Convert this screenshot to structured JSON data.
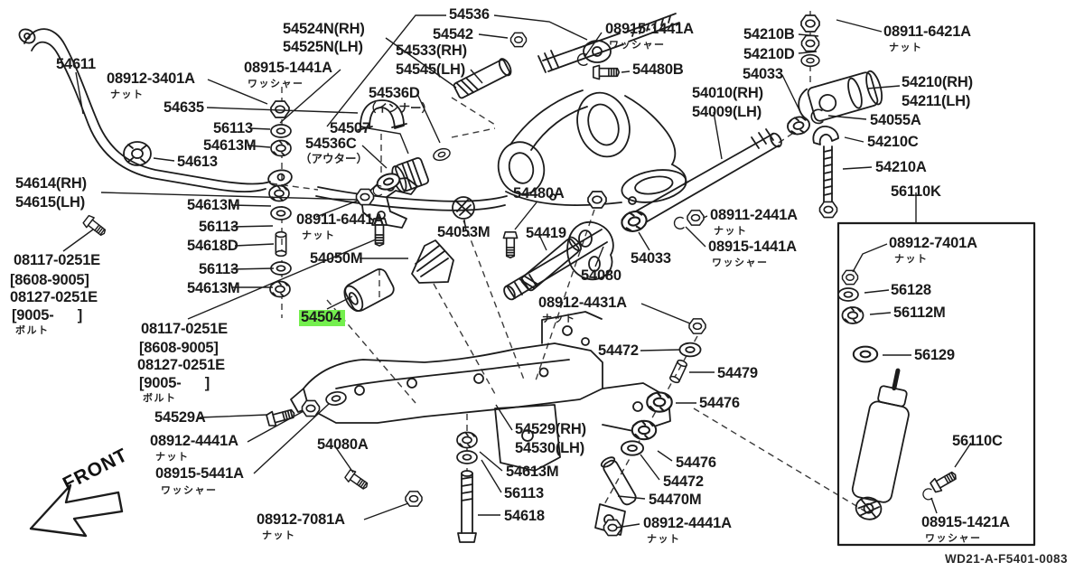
{
  "diagram": {
    "id_code": "WD21-A-F5401-0083",
    "front_label": "FRONT",
    "highlight_color": "#74ef4e",
    "line_color": "#1c1c1c",
    "background": "#ffffff"
  },
  "annotations_glossary": {
    "nut": "ナット",
    "washer": "ワッシャー",
    "bolt": "ボルト",
    "inner": "（インナー）",
    "outer": "（アウター）"
  },
  "labels": [
    {
      "text": "54536"
    },
    {
      "text": "54524N(RH)"
    },
    {
      "text": "54525N(LH)"
    },
    {
      "text": "54542"
    },
    {
      "text": "08915-1441A",
      "sub": "ワッシャー"
    },
    {
      "text": "54533(RH)"
    },
    {
      "text": "54545(LH)"
    },
    {
      "text": "54210B"
    },
    {
      "text": "54210D"
    },
    {
      "text": "08911-6421A",
      "sub": "ナット"
    },
    {
      "text": "54611"
    },
    {
      "text": "08912-3401A",
      "sub": "ナット"
    },
    {
      "text": "08915-1441A",
      "sub": "ワッシャー"
    },
    {
      "text": "54480B"
    },
    {
      "text": "54033"
    },
    {
      "text": "54210(RH)"
    },
    {
      "text": "54211(LH)"
    },
    {
      "text": "54536D",
      "sub": "（インナー）"
    },
    {
      "text": "54010(RH)"
    },
    {
      "text": "54009(LH)"
    },
    {
      "text": "54635"
    },
    {
      "text": "54055A"
    },
    {
      "text": "56113"
    },
    {
      "text": "54507"
    },
    {
      "text": "54536C",
      "sub": "（アウター）"
    },
    {
      "text": "54613M"
    },
    {
      "text": "54210C"
    },
    {
      "text": "54613"
    },
    {
      "text": "54210A"
    },
    {
      "text": "54614(RH)"
    },
    {
      "text": "54615(LH)"
    },
    {
      "text": "56110K"
    },
    {
      "text": "54480A"
    },
    {
      "text": "54613M"
    },
    {
      "text": "08911-6441A",
      "sub": "ナット"
    },
    {
      "text": "56113"
    },
    {
      "text": "08911-2441A",
      "sub": "ナット"
    },
    {
      "text": "54618D"
    },
    {
      "text": "54053M"
    },
    {
      "text": "54419"
    },
    {
      "text": "08915-1441A",
      "sub": "ワッシャー"
    },
    {
      "text": "56113"
    },
    {
      "text": "54050M"
    },
    {
      "text": "54033"
    },
    {
      "text": "54080"
    },
    {
      "text": "54613M"
    },
    {
      "text": "08912-7401A",
      "sub": "ナット"
    },
    {
      "text": "56128"
    },
    {
      "text": "54504"
    },
    {
      "text": "56112M"
    },
    {
      "text": "08117-0251E"
    },
    {
      "text": "[8608-9005]"
    },
    {
      "text": "08127-0251E"
    },
    {
      "text": "[9005-      ]"
    },
    {
      "text": "ボルト"
    },
    {
      "text": "08117-0251E"
    },
    {
      "text": "[8608-9005]"
    },
    {
      "text": "08127-0251E"
    },
    {
      "text": "[9005-      ]"
    },
    {
      "text": "ボルト"
    },
    {
      "text": "08912-4431A",
      "sub": "ナット"
    },
    {
      "text": "56129"
    },
    {
      "text": "54472"
    },
    {
      "text": "54479"
    },
    {
      "text": "54476"
    },
    {
      "text": "54529A"
    },
    {
      "text": "08912-4441A",
      "sub": "ナット"
    },
    {
      "text": "54080A"
    },
    {
      "text": "54529(RH)"
    },
    {
      "text": "54530(LH)"
    },
    {
      "text": "08915-5441A",
      "sub": "ワッシャー"
    },
    {
      "text": "56110C"
    },
    {
      "text": "54476"
    },
    {
      "text": "54613M"
    },
    {
      "text": "54472"
    },
    {
      "text": "56113"
    },
    {
      "text": "54470M"
    },
    {
      "text": "08912-7081A",
      "sub": "ナット"
    },
    {
      "text": "54618"
    },
    {
      "text": "08912-4441A",
      "sub": "ナット"
    },
    {
      "text": "08915-1421A",
      "sub": "ワッシャー"
    }
  ]
}
